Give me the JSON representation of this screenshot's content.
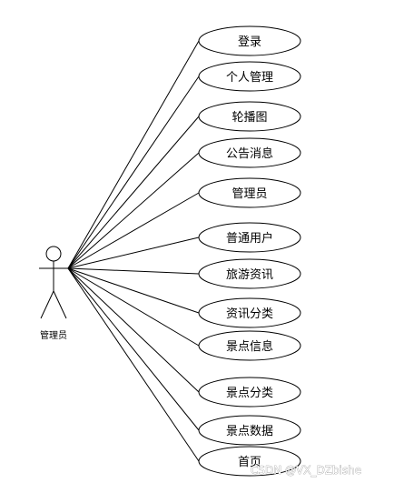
{
  "actor": {
    "label": "管理员"
  },
  "use_cases": [
    {
      "label": "登录"
    },
    {
      "label": "个人管理"
    },
    {
      "label": "轮播图"
    },
    {
      "label": "公告消息"
    },
    {
      "label": "管理员"
    },
    {
      "label": "普通用户"
    },
    {
      "label": "旅游资讯"
    },
    {
      "label": "资讯分类"
    },
    {
      "label": "景点信息"
    },
    {
      "label": "景点分类"
    },
    {
      "label": "景点数据"
    },
    {
      "label": "首页"
    }
  ],
  "watermark": {
    "text": "CSDN @VX_DZbishe"
  }
}
